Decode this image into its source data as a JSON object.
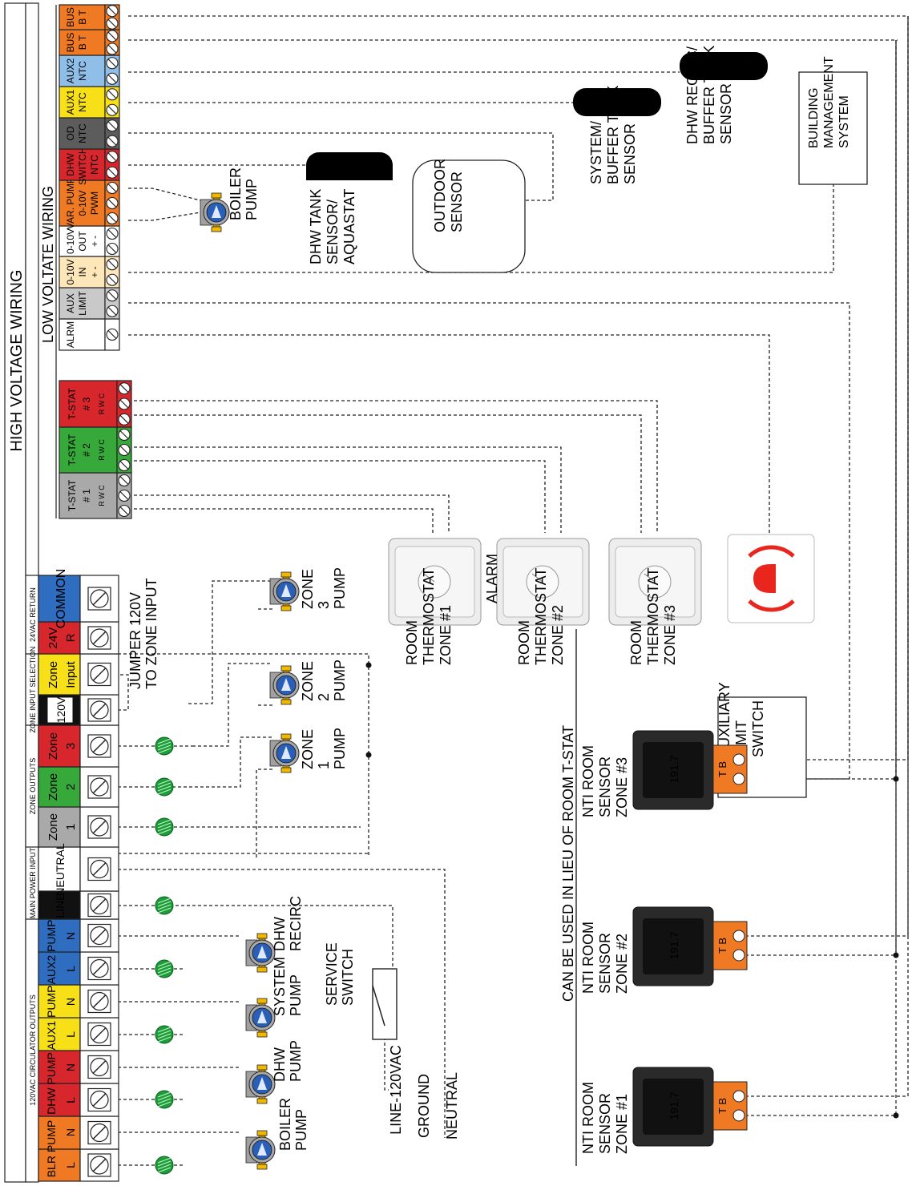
{
  "colors": {
    "blr": "#f07a24",
    "yellow": "#f7e017",
    "blue": "#2e6dc0",
    "gray": "#a9a9a9",
    "red": "#d8262d",
    "green": "#37a83a",
    "cream": "#fde6b8",
    "ltblue": "#8fbfe8",
    "dark": "#5c5c5c",
    "alarm": "#e8261e"
  },
  "hv": {
    "title": "HIGH VOLTAGE WIRING",
    "groups": [
      "120VAC CIRCULATOR OUTPUTS",
      "MAIN POWER INPUT",
      "ZONE OUTPUTS",
      "ZONE INPUT SELECTION",
      "24VAC RETURN"
    ],
    "terms": [
      {
        "h": "BLR PUMP",
        "s": [
          "L",
          "N"
        ]
      },
      {
        "h": "DHW PUMP",
        "s": [
          "L",
          "N"
        ]
      },
      {
        "h": "AUX1 PUMP",
        "s": [
          "L",
          "N"
        ]
      },
      {
        "h": "AUX2 PUMP",
        "s": [
          "L",
          "N"
        ]
      },
      {
        "h": "LINE",
        "s": []
      },
      {
        "h": "NEUTRAL",
        "s": []
      },
      {
        "h": "Zone",
        "s": [
          "1"
        ]
      },
      {
        "h": "Zone",
        "s": [
          "2"
        ]
      },
      {
        "h": "Zone",
        "s": [
          "3"
        ]
      },
      {
        "h": "120V",
        "s": []
      },
      {
        "h": "Zone",
        "s": [
          "Input"
        ]
      },
      {
        "h": "24V",
        "s": [
          "R"
        ]
      },
      {
        "h": "COMMON",
        "s": []
      }
    ]
  },
  "lv": {
    "title": "LOW VOLTATE WIRING",
    "terms": [
      {
        "t": [
          "T-STAT",
          "# 1",
          "R  W  C"
        ]
      },
      {
        "t": [
          "T-STAT",
          "# 2",
          "R  W  C"
        ]
      },
      {
        "t": [
          "T-STAT",
          "# 3",
          "R  W  C"
        ]
      },
      {
        "t": [
          "ALRM"
        ]
      },
      {
        "t": [
          "AUX",
          "LIMIT"
        ]
      },
      {
        "t": [
          "0-10V",
          "IN",
          "+   -"
        ]
      },
      {
        "t": [
          "0-10V",
          "OUT",
          "+   -"
        ]
      },
      {
        "t": [
          "VAR. PUMP",
          "0-10V",
          "PWM"
        ]
      },
      {
        "t": [
          "DHW",
          "SWITCH/",
          "NTC"
        ]
      },
      {
        "t": [
          "OD",
          "NTC"
        ]
      },
      {
        "t": [
          "AUX1",
          "NTC"
        ]
      },
      {
        "t": [
          "AUX2",
          "NTC"
        ]
      },
      {
        "t": [
          "BUS",
          "B  T"
        ]
      },
      {
        "t": [
          "BUS",
          "B  T"
        ]
      }
    ]
  },
  "labels": {
    "boiler_pump_hv": [
      "BOILER",
      "PUMP"
    ],
    "dhw_pump": [
      "DHW",
      "PUMP"
    ],
    "system_pump": [
      "SYSTEM",
      "PUMP"
    ],
    "dhw_recirc": [
      "DHW",
      "RECIRC"
    ],
    "service_switch": [
      "SERVICE",
      "SWITCH"
    ],
    "line": "LINE-120VAC",
    "ground": "GROUND",
    "neutral": "NEUTRAL",
    "zone1": [
      "ZONE",
      "1",
      "PUMP"
    ],
    "zone2": [
      "ZONE",
      "2",
      "PUMP"
    ],
    "zone3": [
      "ZONE",
      "3",
      "PUMP"
    ],
    "jumper": [
      "JUMPER  120V",
      "TO  ZONE  INPUT"
    ],
    "boiler_pump_lv": [
      "BOILER",
      "PUMP"
    ],
    "dhw_tank": [
      "DHW  TANK",
      "SENSOR/",
      "AQUASTAT"
    ],
    "outdoor": [
      "OUTDOOR",
      "SENSOR"
    ],
    "system_buffer": [
      "SYSTEM/",
      "BUFFER  TANK",
      "SENSOR"
    ],
    "dhw_recirc_buffer": [
      "DHW  RECIRC/",
      "BUFFER  TANK",
      "SENSOR"
    ],
    "bms": [
      "BUILDING",
      "MANAGEMENT",
      "SYSTEM"
    ],
    "rt1": [
      "ROOM",
      "THERMOSTAT",
      "ZONE  #1"
    ],
    "rt2": [
      "ROOM",
      "THERMOSTAT",
      "ZONE  #2"
    ],
    "rt3": [
      "ROOM",
      "THERMOSTAT",
      "ZONE  #3"
    ],
    "alarm": "ALARM",
    "aux_limit": [
      "AUXILIARY",
      "LIMIT",
      "SWITCH"
    ],
    "can_be_used": "CAN  BE  USED  IN  LIEU  OF  ROOM  T-STAT",
    "nti1": [
      "NTI  ROOM",
      "SENSOR",
      "ZONE  #1"
    ],
    "nti2": [
      "NTI  ROOM",
      "SENSOR",
      "ZONE  #2"
    ],
    "nti3": [
      "NTI  ROOM",
      "SENSOR",
      "ZONE  #3"
    ],
    "tb": "T   B",
    "screen": "191.7"
  }
}
